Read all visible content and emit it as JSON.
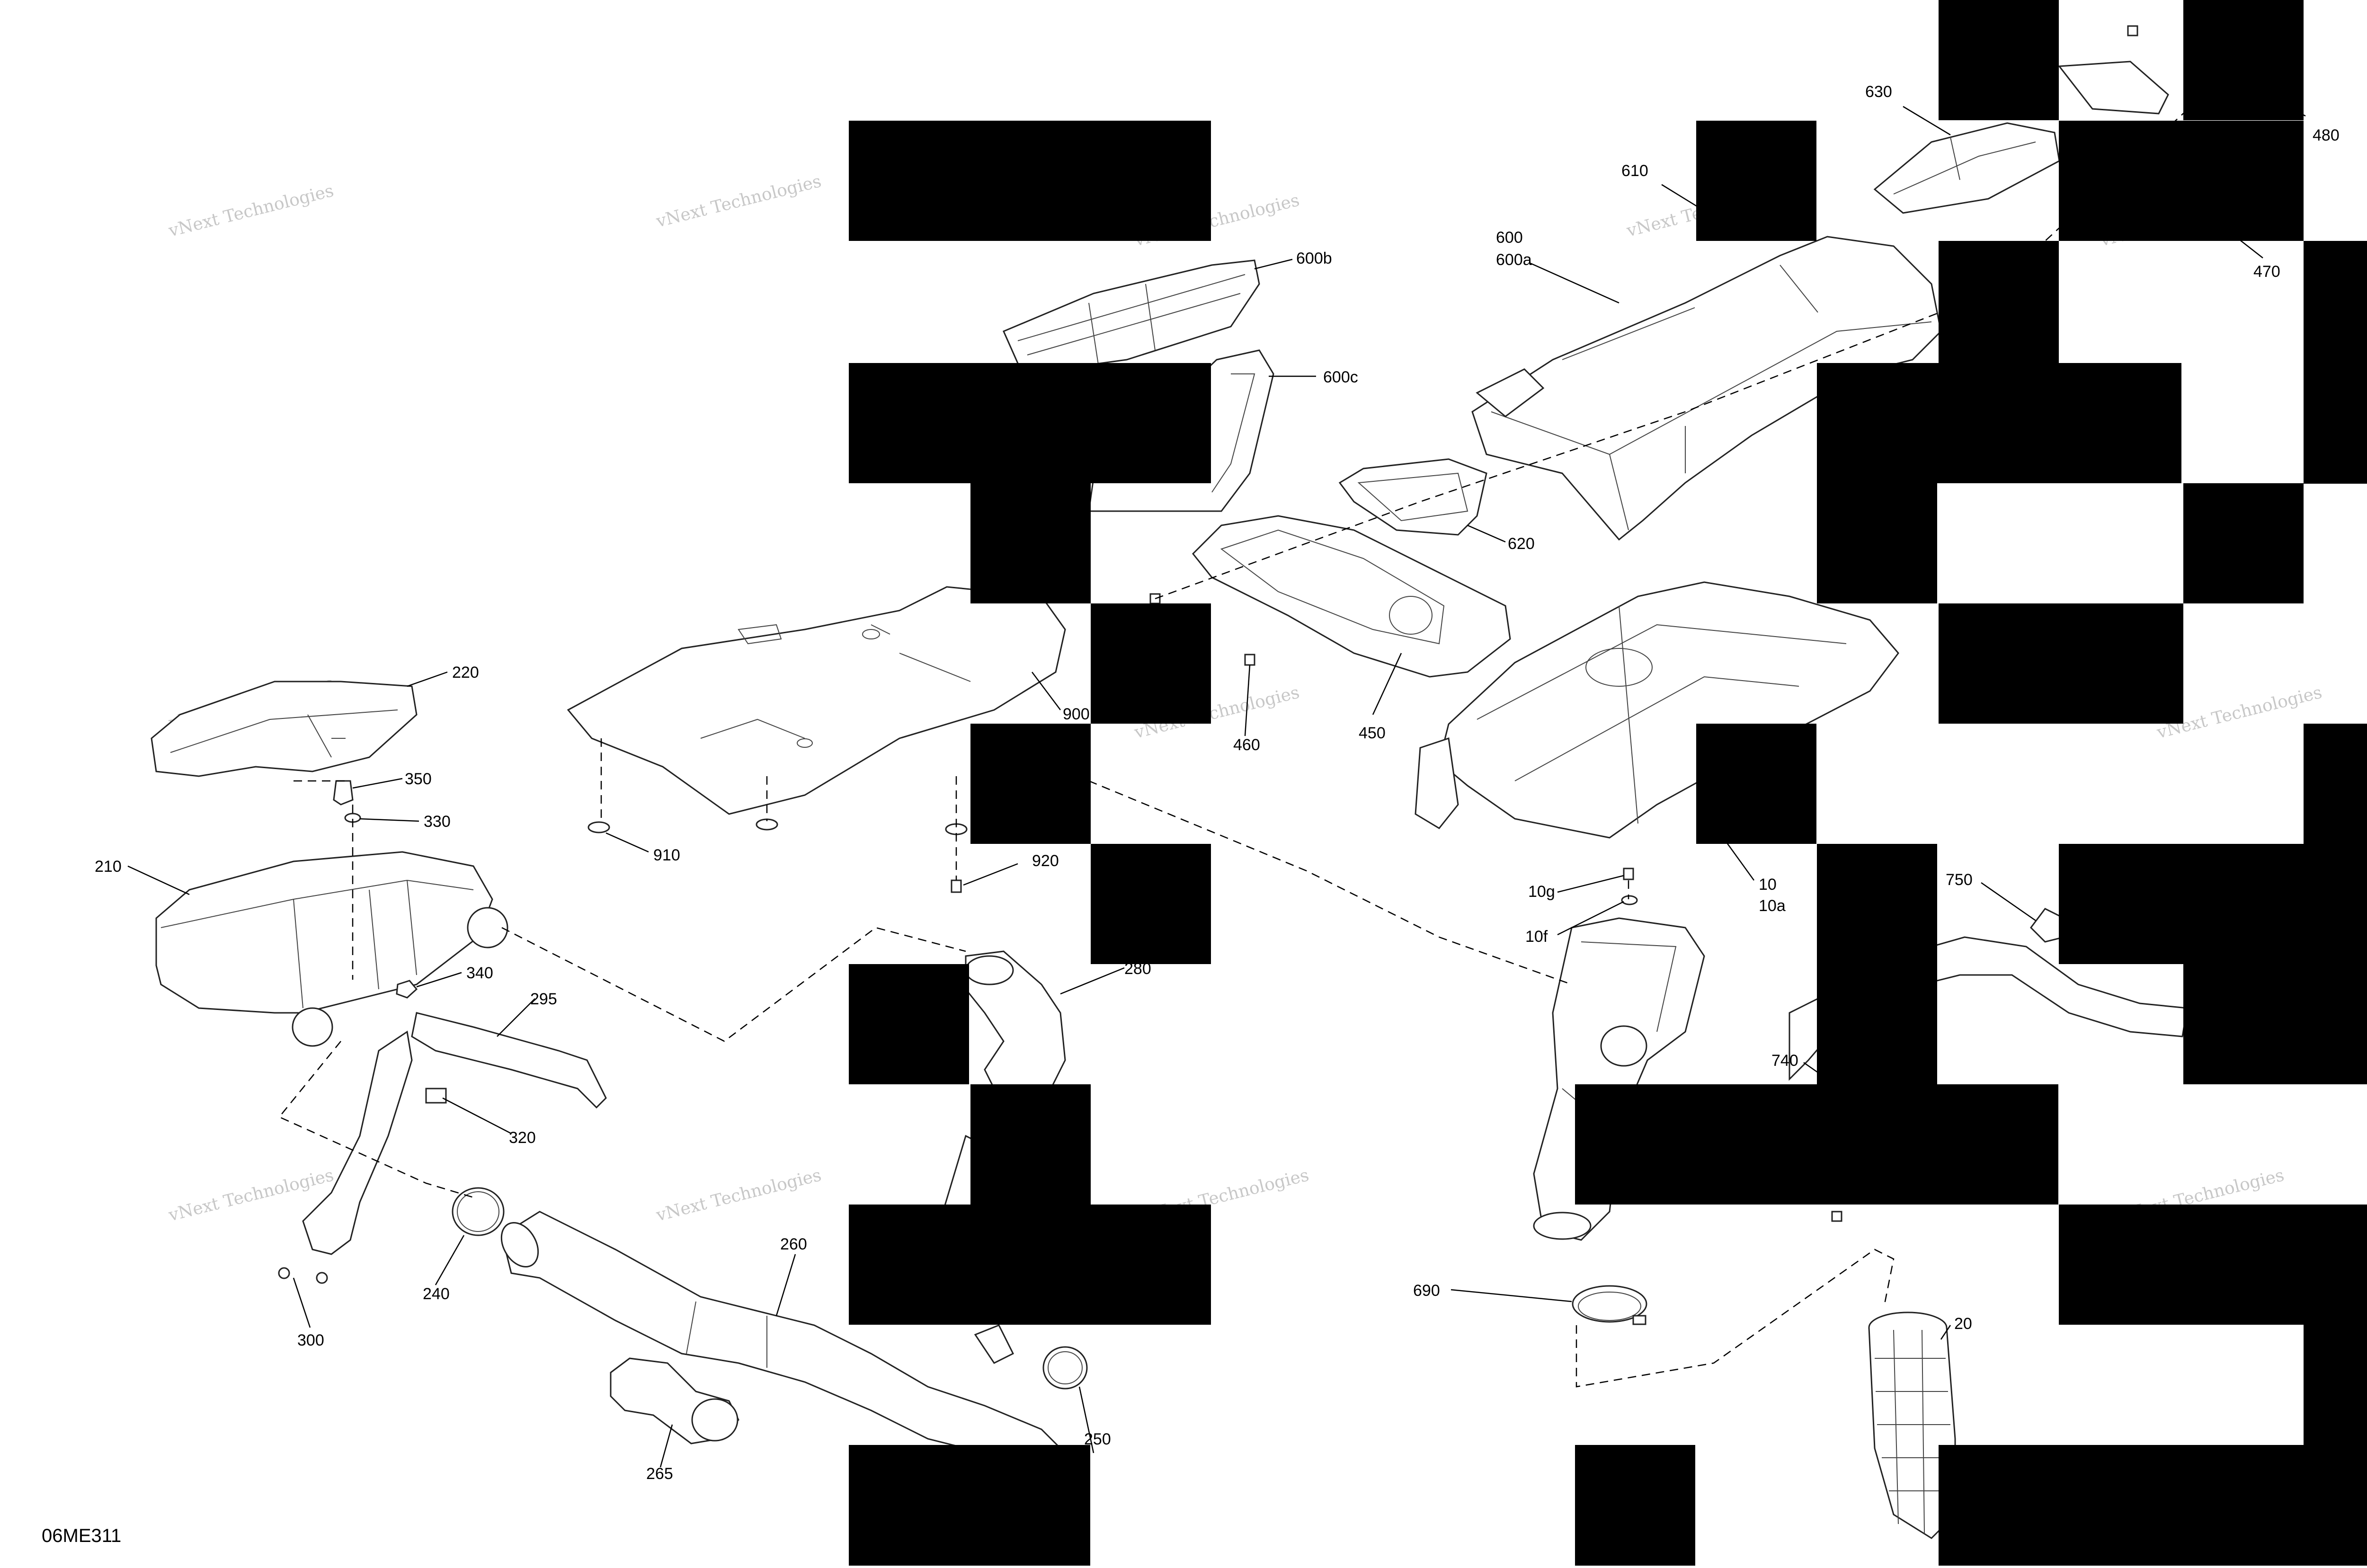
{
  "diagram": {
    "id": "06ME311",
    "watermark_line1": "vNext Technologies",
    "watermark_line2": "vNext",
    "watermark_line3": "Technologies"
  },
  "callouts": [
    {
      "key": "c630",
      "label": "630"
    },
    {
      "key": "c480",
      "label": "480"
    },
    {
      "key": "c470",
      "label": "470"
    },
    {
      "key": "c610",
      "label": "610"
    },
    {
      "key": "c600",
      "label": "600"
    },
    {
      "key": "c600a",
      "label": "600a"
    },
    {
      "key": "c600b",
      "label": "600b"
    },
    {
      "key": "c600c",
      "label": "600c"
    },
    {
      "key": "c620",
      "label": "620"
    },
    {
      "key": "c450",
      "label": "450"
    },
    {
      "key": "c460",
      "label": "460"
    },
    {
      "key": "c900",
      "label": "900"
    },
    {
      "key": "c910",
      "label": "910"
    },
    {
      "key": "c920",
      "label": "920"
    },
    {
      "key": "c220",
      "label": "220"
    },
    {
      "key": "c350",
      "label": "350"
    },
    {
      "key": "c330",
      "label": "330"
    },
    {
      "key": "c210",
      "label": "210"
    },
    {
      "key": "c340",
      "label": "340"
    },
    {
      "key": "c295",
      "label": "295"
    },
    {
      "key": "c320",
      "label": "320"
    },
    {
      "key": "c300",
      "label": "300"
    },
    {
      "key": "c240",
      "label": "240"
    },
    {
      "key": "c260",
      "label": "260"
    },
    {
      "key": "c265",
      "label": "265"
    },
    {
      "key": "c250",
      "label": "250"
    },
    {
      "key": "c280",
      "label": "280"
    },
    {
      "key": "c10",
      "label": "10"
    },
    {
      "key": "c10a",
      "label": "10a"
    },
    {
      "key": "c10g",
      "label": "10g"
    },
    {
      "key": "c10f",
      "label": "10f"
    },
    {
      "key": "c750",
      "label": "750"
    },
    {
      "key": "c740",
      "label": "740"
    },
    {
      "key": "c690",
      "label": "690"
    },
    {
      "key": "c20",
      "label": "20"
    }
  ]
}
